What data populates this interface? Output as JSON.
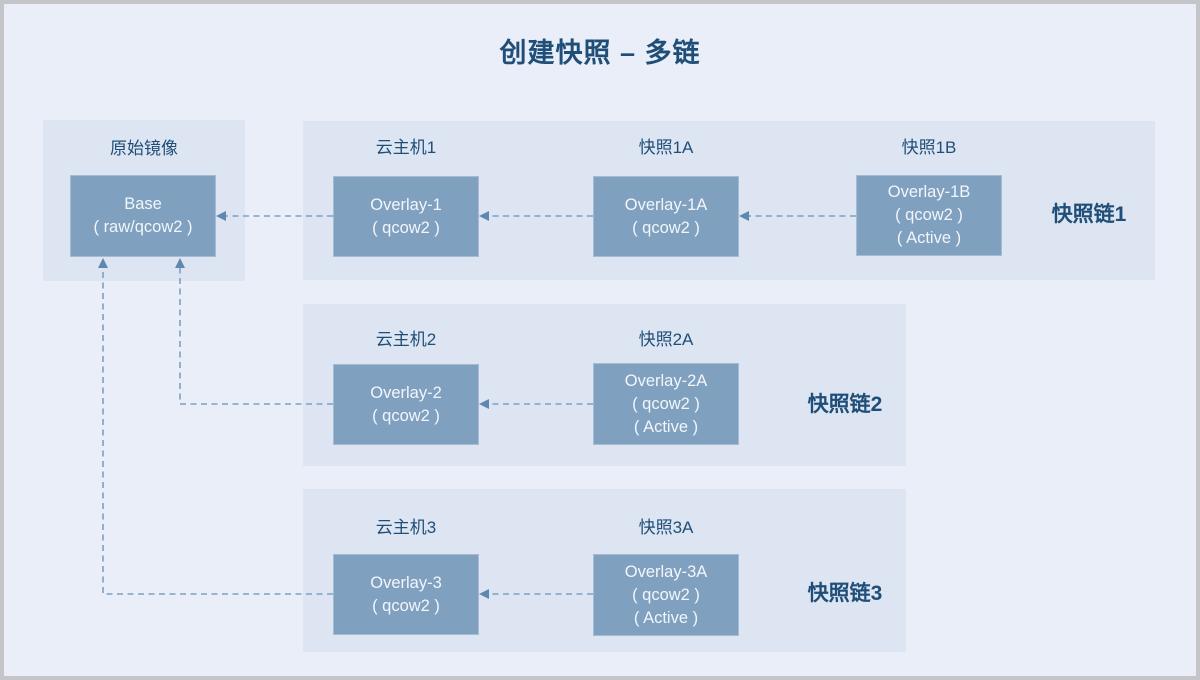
{
  "title": "创建快照 – 多链",
  "colors": {
    "background": "#E9EEF8",
    "panel": "#DCE5F1",
    "node_fill": "#80A0C0",
    "node_text": "#F2F6FA",
    "heading_text": "#1F4E79",
    "arrow_dash": "#7CA1C4",
    "arrowhead": "#5E88AF",
    "frame": "#C3C5C9"
  },
  "base_panel": {
    "label": "原始镜像",
    "node": {
      "line1": "Base",
      "line2": "( raw/qcow2 )"
    }
  },
  "chains": [
    {
      "name": "快照链1",
      "columns": [
        {
          "label": "云主机1",
          "node": {
            "line1": "Overlay-1",
            "line2": "( qcow2 )"
          }
        },
        {
          "label": "快照1A",
          "node": {
            "line1": "Overlay-1A",
            "line2": "( qcow2 )"
          }
        },
        {
          "label": "快照1B",
          "node": {
            "line1": "Overlay-1B",
            "line2": "( qcow2 )",
            "line3": "( Active )"
          }
        }
      ]
    },
    {
      "name": "快照链2",
      "columns": [
        {
          "label": "云主机2",
          "node": {
            "line1": "Overlay-2",
            "line2": "( qcow2 )"
          }
        },
        {
          "label": "快照2A",
          "node": {
            "line1": "Overlay-2A",
            "line2": "( qcow2 )",
            "line3": "( Active )"
          }
        }
      ]
    },
    {
      "name": "快照链3",
      "columns": [
        {
          "label": "云主机3",
          "node": {
            "line1": "Overlay-3",
            "line2": "( qcow2 )"
          }
        },
        {
          "label": "快照3A",
          "node": {
            "line1": "Overlay-3A",
            "line2": "( qcow2 )",
            "line3": "( Active )"
          }
        }
      ]
    }
  ]
}
